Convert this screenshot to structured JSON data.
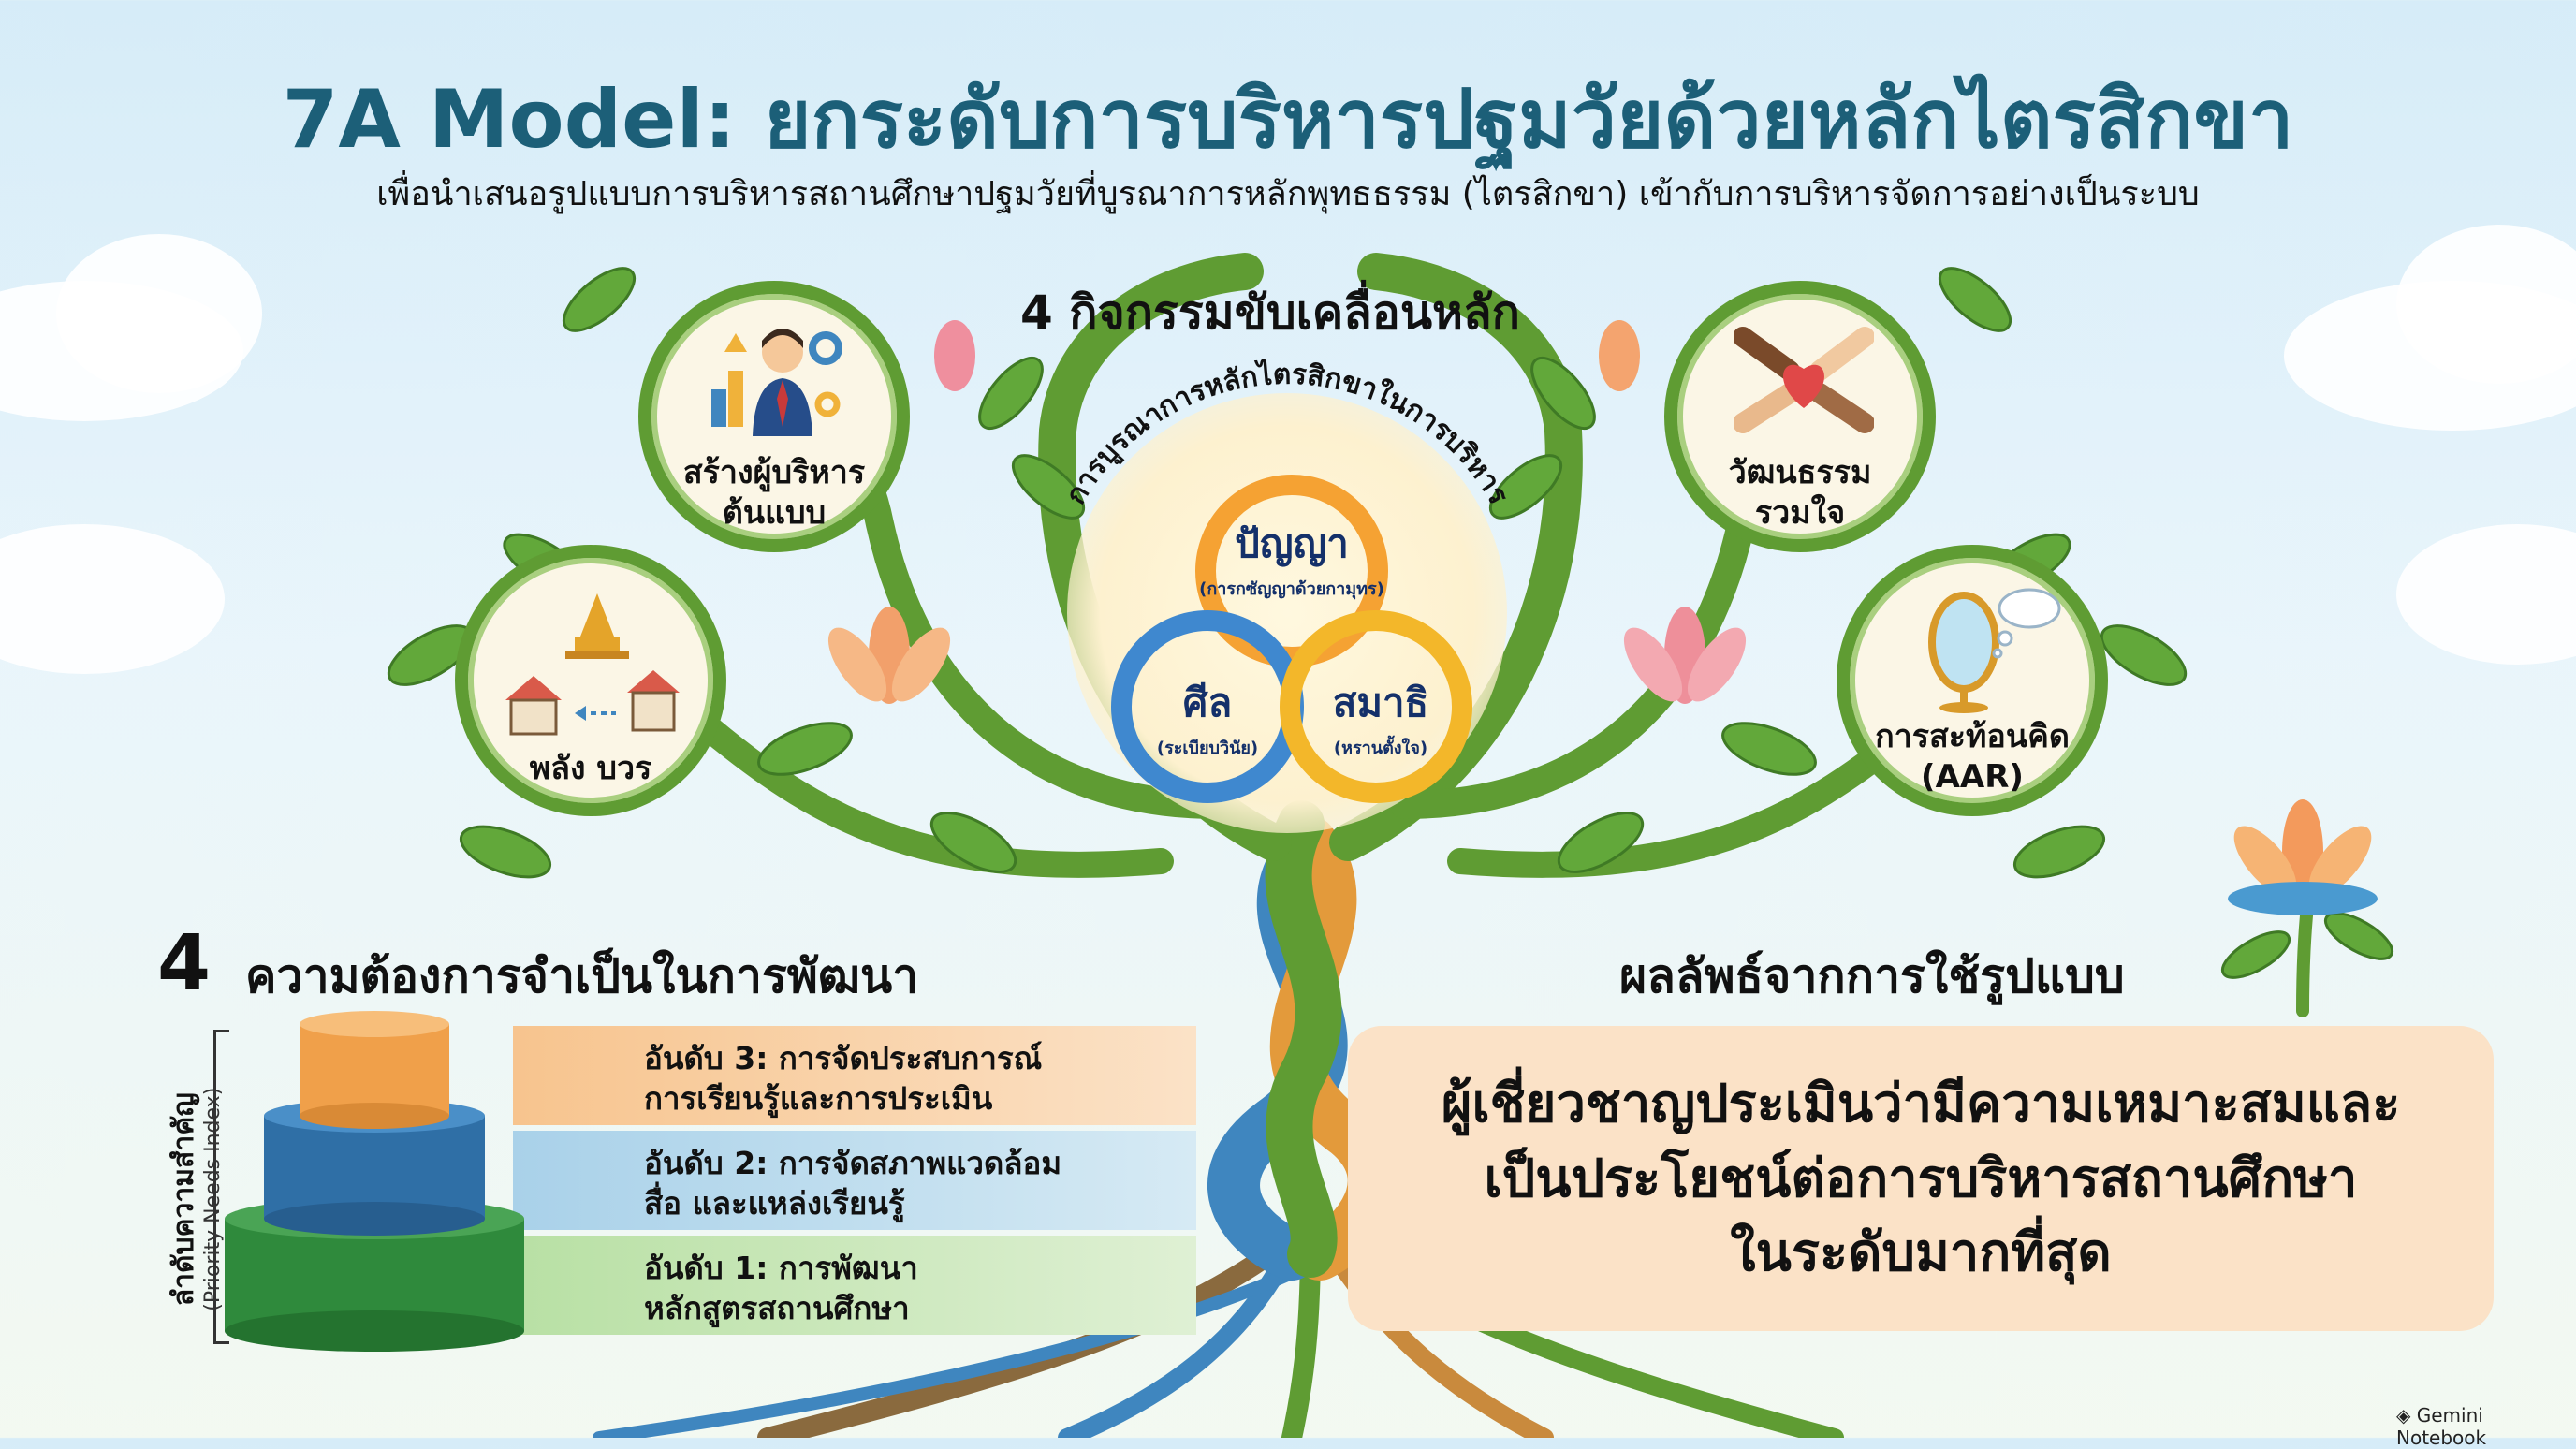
{
  "header": {
    "title": "7A Model: ยกระดับการบริหารปฐมวัยด้วยหลักไตรสิกขา",
    "subtitle": "เพื่อนำเสนอรูปแบบการบริหารสถานศึกษาปฐมวัยที่บูรณาการหลักพุทธธรรม (ไตรสิกขา) เข้ากับการบริหารจัดการอย่างเป็นระบบ"
  },
  "activities": {
    "heading": "4 กิจกรรมขับเคลื่อนหลัก",
    "items": [
      {
        "label_line1": "สร้างผู้บริหาร",
        "label_line2": "ต้นแบบ",
        "icon": "executive-icon"
      },
      {
        "label_line1": "พลัง บวร",
        "label_line2": "",
        "icon": "temple-home-school-icon"
      },
      {
        "label_line1": "วัฒนธรรม",
        "label_line2": "รวมใจ",
        "icon": "joined-hands-heart-icon"
      },
      {
        "label_line1": "การสะท้อนคิด",
        "label_line2": "(AAR)",
        "icon": "mirror-thought-icon"
      }
    ]
  },
  "center": {
    "arc_label": "การบูรณาการหลักไตรสิกขาในการบริหาร",
    "rings": [
      {
        "name": "ปัญญา",
        "sub": "(การกซัญญาด้วยกามุทร)",
        "color": "#f5a233"
      },
      {
        "name": "ศีล",
        "sub": "(ระเบียบวินัย)",
        "color": "#3f88cf"
      },
      {
        "name": "สมาธิ",
        "sub": "(หรานตั้งใจ)",
        "color": "#f3b72a"
      }
    ]
  },
  "needs": {
    "heading_number": "4",
    "heading_text": "ความต้องการจำเป็นในการพัฒนา",
    "axis_label": "ลำดับความสำคัญ",
    "axis_sublabel": "(Priority Needs Index)",
    "items": [
      {
        "line1": "อันดับ 3: การจัดประสบการณ์",
        "line2": "การเรียนรู้และการประเมิน",
        "color": "#f7c48e"
      },
      {
        "line1": "อันดับ 2: การจัดสภาพแวดล้อม",
        "line2": "สื่อ และแหล่งเรียนรู้",
        "color": "#a9d1e9"
      },
      {
        "line1": "อันดับ 1: การพัฒนา",
        "line2": "หลักสูตรสถานศึกษา",
        "color": "#b8e0a4"
      }
    ]
  },
  "results": {
    "heading": "ผลลัพธ์จากการใช้รูปแบบ",
    "line1": "ผู้เชี่ยวชาญประเมินว่ามีความเหมาะสมและ",
    "line2": "เป็นประโยชน์ต่อการบริหารสถานศึกษา",
    "line3": "ในระดับมากที่สุด"
  },
  "footer": {
    "brand": "Gemini Notebook"
  }
}
